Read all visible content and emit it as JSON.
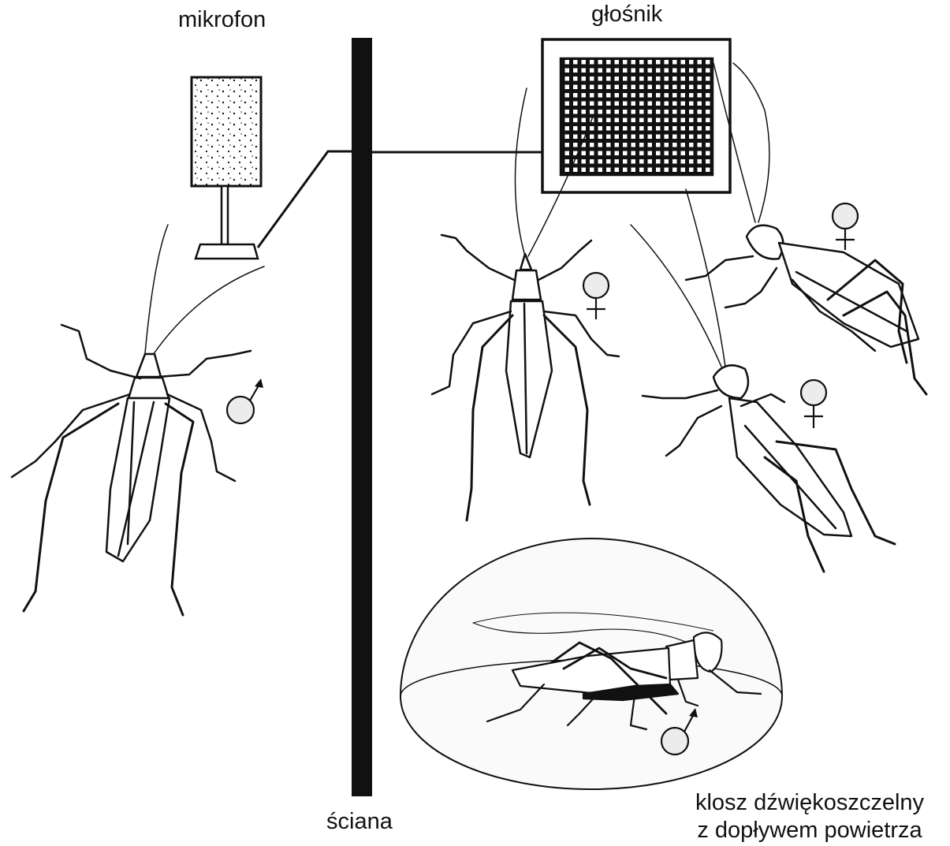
{
  "labels": {
    "microphone": "mikrofon",
    "speaker": "głośnik",
    "wall": "ściana",
    "dome_line1": "klosz dźwiękoszczelny",
    "dome_line2": "z dopływem powietrza"
  },
  "colors": {
    "ink": "#111111",
    "symbol_fill": "#ececec",
    "dome_fill": "#fafafa"
  },
  "insects": [
    {
      "role": "male",
      "location": "left-of-wall",
      "symbol_icon": "male-symbol-icon"
    },
    {
      "role": "female",
      "location": "right-of-wall",
      "symbol_icon": "female-symbol-icon"
    },
    {
      "role": "female",
      "location": "right-of-wall",
      "symbol_icon": "female-symbol-icon"
    },
    {
      "role": "female",
      "location": "right-of-wall",
      "symbol_icon": "female-symbol-icon"
    },
    {
      "role": "male",
      "location": "under-dome",
      "symbol_icon": "male-symbol-icon"
    }
  ]
}
